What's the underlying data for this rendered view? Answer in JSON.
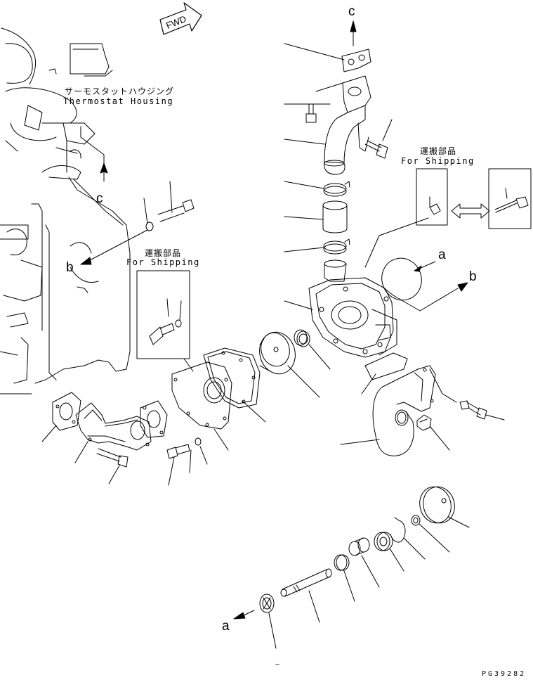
{
  "fwd_label": "FWD",
  "thermostat_housing": {
    "jp": "サーモスタットハウジング",
    "en": "Thermostat Housing"
  },
  "shipping_top": {
    "jp": "運搬部品",
    "en": "For Shipping"
  },
  "shipping_left": {
    "jp": "運搬部品",
    "en": "For Shipping"
  },
  "refs": {
    "c_top": "c",
    "c_left": "c",
    "b_left": "b",
    "b_right": "b",
    "a_right": "a",
    "a_bottom": "a"
  },
  "drawing_code": "PG39282",
  "page_mark": "−"
}
